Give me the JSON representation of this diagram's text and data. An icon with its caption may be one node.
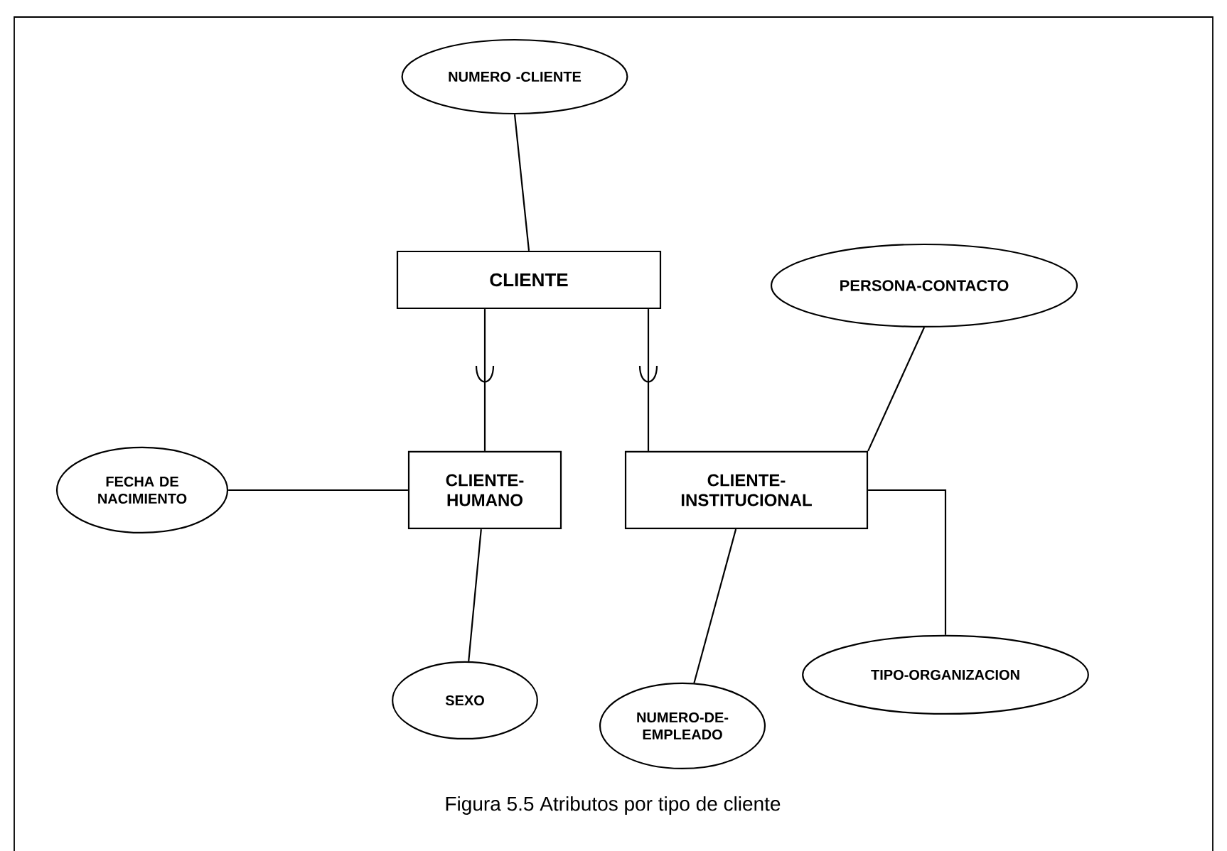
{
  "diagram": {
    "caption": "Figura 5.5 Atributos por tipo de cliente",
    "nodes": [
      {
        "text": [
          "NUMERO -CLIENTE"
        ]
      },
      {
        "text": [
          "CLIENTE"
        ]
      },
      {
        "text": [
          "PERSONA-CONTACTO"
        ]
      },
      {
        "text": [
          "FECHA DE NACIMIENTO"
        ]
      },
      {
        "text": [
          "CLIENTE- HUMANO"
        ]
      },
      {
        "text": [
          "CLIENTE- INSTITUCIONAL"
        ]
      },
      {
        "text": [
          "TIPO-ORGANIZACION"
        ]
      },
      {
        "text": [
          "SEXO"
        ]
      },
      {
        "text": [
          "NUMERO-DE- EMPLEADO"
        ]
      }
    ],
    "edges": [
      {
        "from": 0,
        "to": 1,
        "arrow": "none"
      },
      {
        "from": 1,
        "to": 4,
        "arrow": "none"
      },
      {
        "from": 1,
        "to": 5,
        "arrow": "none"
      },
      {
        "from": 2,
        "to": 5,
        "arrow": "none"
      },
      {
        "from": 3,
        "to": 4,
        "arrow": "none"
      },
      {
        "from": 4,
        "to": 7,
        "arrow": "none"
      },
      {
        "from": 5,
        "to": 8,
        "arrow": "none"
      },
      {
        "from": 5,
        "to": 6,
        "arrow": "none"
      }
    ]
  }
}
